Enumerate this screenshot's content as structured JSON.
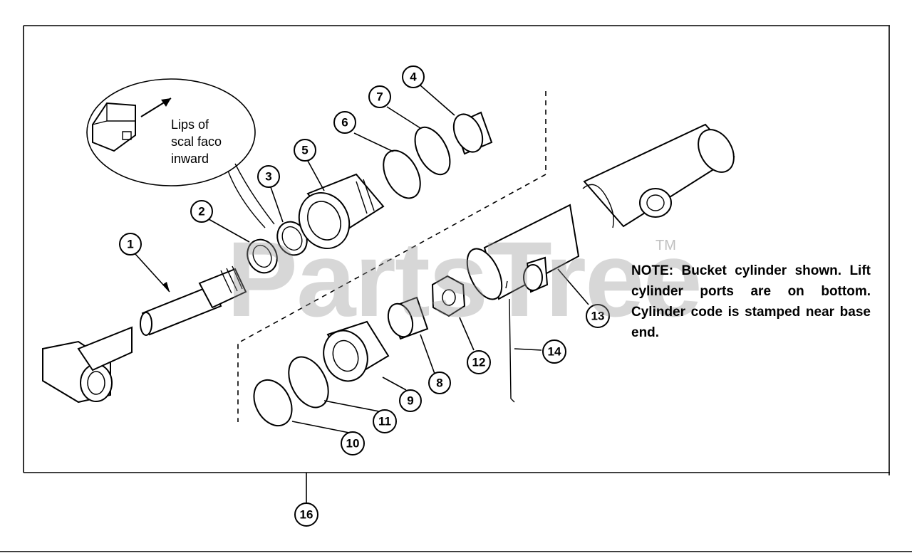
{
  "watermark": {
    "text": "PartsTree",
    "tm": "TM"
  },
  "bubble_note": {
    "line1": "Lips of",
    "line2": "scal faco",
    "line3": "inward"
  },
  "note": {
    "lead": "NOTE:",
    "text": "Bucket cylinder shown. Lift cylinder ports are on bottom. Cylinder code is stamped near base end."
  },
  "callouts": [
    "1",
    "2",
    "3",
    "4",
    "5",
    "6",
    "7",
    "8",
    "9",
    "10",
    "11",
    "12",
    "13",
    "14",
    "16"
  ]
}
